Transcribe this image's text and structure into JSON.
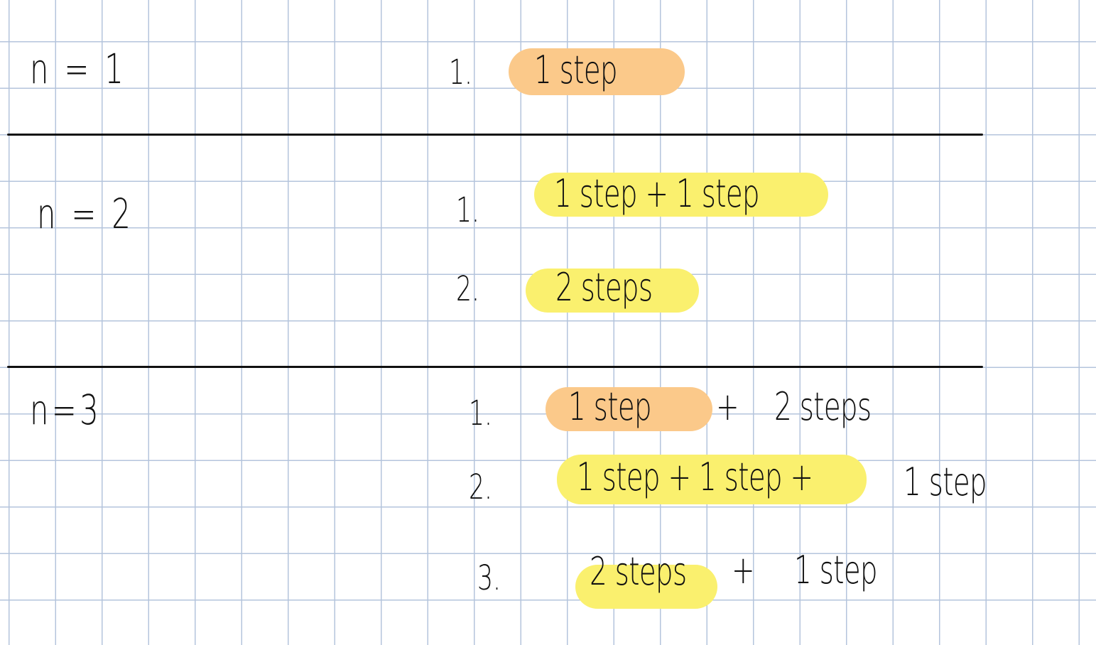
{
  "colors": {
    "grid": "#b4c4dc",
    "ink": "#111111",
    "highlight_orange": "#fbc98a",
    "highlight_yellow": "#faf06e"
  },
  "cases": [
    {
      "label": "n = 1",
      "ways": [
        {
          "number": "1.",
          "parts": [
            "1 step"
          ]
        }
      ]
    },
    {
      "label": "n = 2",
      "ways": [
        {
          "number": "1.",
          "parts": [
            "1 step + 1 step"
          ]
        },
        {
          "number": "2.",
          "parts": [
            "2 steps"
          ]
        }
      ]
    },
    {
      "label": "n=3",
      "ways": [
        {
          "number": "1.",
          "parts": [
            "1 step",
            "+",
            "2 steps"
          ]
        },
        {
          "number": "2.",
          "parts": [
            "1 step + 1 step +",
            "1 step"
          ]
        },
        {
          "number": "3.",
          "parts": [
            "2 steps",
            "+",
            "1 step"
          ]
        }
      ]
    }
  ]
}
